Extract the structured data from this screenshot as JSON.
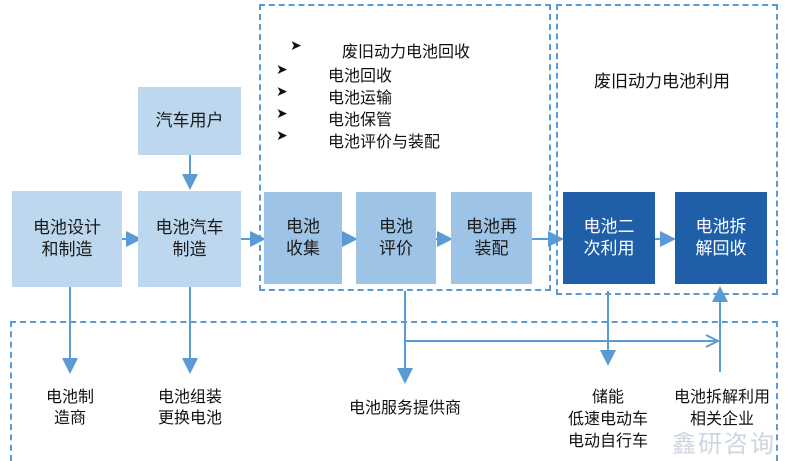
{
  "boxes": {
    "design": "电池设计\n和制造",
    "car_user": "汽车用户",
    "car_mfg": "电池汽车\n制造",
    "collect": "电池\n收集",
    "evaluate": "电池\n评价",
    "reassemble": "电池再\n装配",
    "secondary_use": "电池二\n次利用",
    "dismantle": "电池拆\n解回收"
  },
  "recycle_list": {
    "title": "废旧动力电池回收",
    "items": [
      "电池回收",
      "电池运输",
      "电池保管",
      "电池评价与装配"
    ]
  },
  "utilization_title": "废旧动力电池利用",
  "bottom": {
    "maker": "电池制\n造商",
    "swap": "电池组装\n更换电池",
    "service": "电池服务提供商",
    "storage": "储能\n低速电动车\n电动自行车",
    "dismantle_users": "电池拆解利用\n相关企业"
  },
  "watermark": "鑫研咨询",
  "colors": {
    "light": "#bdd7ee",
    "mid": "#9dc3e6",
    "dark": "#1f5fa8",
    "dash": "#5b9bd5",
    "arrow": "#5b9bd5"
  }
}
